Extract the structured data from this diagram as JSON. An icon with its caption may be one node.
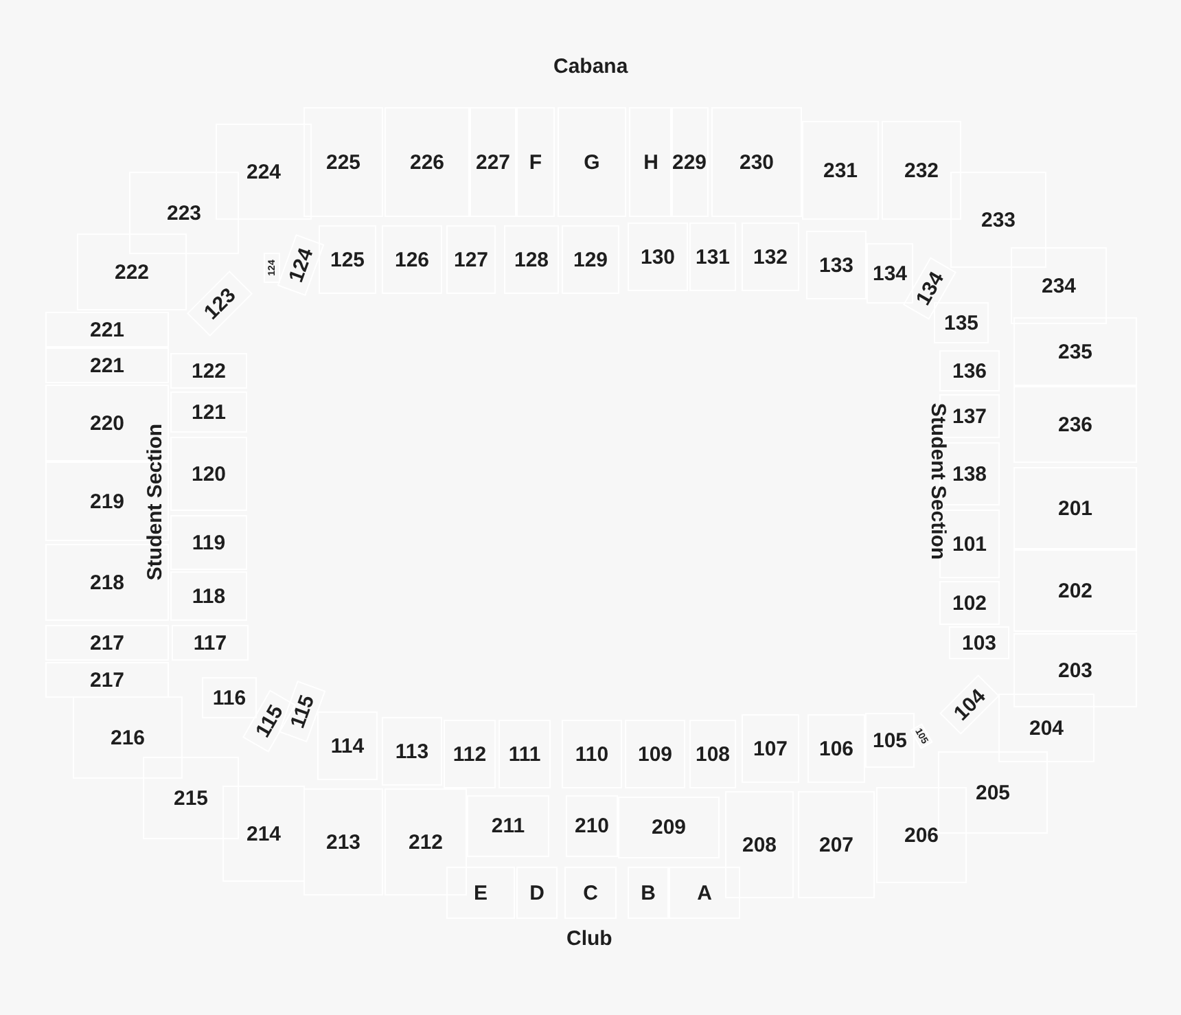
{
  "diagram": {
    "nodes": [
      {
        "text": [
          "224"
        ]
      },
      {
        "text": [
          "225"
        ]
      },
      {
        "text": [
          "226"
        ]
      },
      {
        "text": [
          "227"
        ]
      },
      {
        "text": [
          "F"
        ]
      },
      {
        "text": [
          "G"
        ]
      },
      {
        "text": [
          "H"
        ]
      },
      {
        "text": [
          "229"
        ]
      },
      {
        "text": [
          "230"
        ]
      },
      {
        "text": [
          "231"
        ]
      },
      {
        "text": [
          "232"
        ]
      },
      {
        "text": [
          "233"
        ]
      },
      {
        "text": [
          "234"
        ]
      },
      {
        "text": [
          "235"
        ]
      },
      {
        "text": [
          "236"
        ]
      },
      {
        "text": [
          "201"
        ]
      },
      {
        "text": [
          "202"
        ]
      },
      {
        "text": [
          "203"
        ]
      },
      {
        "text": [
          "204"
        ]
      },
      {
        "text": [
          "205"
        ]
      },
      {
        "text": [
          "206"
        ]
      },
      {
        "text": [
          "207"
        ]
      },
      {
        "text": [
          "208"
        ]
      },
      {
        "text": [
          "209"
        ]
      },
      {
        "text": [
          "210"
        ]
      },
      {
        "text": [
          "211"
        ]
      },
      {
        "text": [
          "A"
        ]
      },
      {
        "text": [
          "B"
        ]
      },
      {
        "text": [
          "C"
        ]
      },
      {
        "text": [
          "D"
        ]
      },
      {
        "text": [
          "E"
        ]
      },
      {
        "text": [
          "212"
        ]
      },
      {
        "text": [
          "213"
        ]
      },
      {
        "text": [
          "214"
        ]
      },
      {
        "text": [
          "215"
        ]
      },
      {
        "text": [
          "216"
        ]
      },
      {
        "text": [
          "217"
        ]
      },
      {
        "text": [
          "217"
        ]
      },
      {
        "text": [
          "218"
        ]
      },
      {
        "text": [
          "219"
        ]
      },
      {
        "text": [
          "220"
        ]
      },
      {
        "text": [
          "221"
        ]
      },
      {
        "text": [
          "221"
        ]
      },
      {
        "text": [
          "222"
        ]
      },
      {
        "text": [
          "223"
        ]
      },
      {
        "text": [
          "123"
        ]
      },
      {
        "text": [
          "124"
        ]
      },
      {
        "text": [
          "124"
        ]
      },
      {
        "text": [
          "125"
        ]
      },
      {
        "text": [
          "126"
        ]
      },
      {
        "text": [
          "127"
        ]
      },
      {
        "text": [
          "128"
        ]
      },
      {
        "text": [
          "129"
        ]
      },
      {
        "text": [
          "130"
        ]
      },
      {
        "text": [
          "131"
        ]
      },
      {
        "text": [
          "132"
        ]
      },
      {
        "text": [
          "133"
        ]
      },
      {
        "text": [
          "134"
        ]
      },
      {
        "text": [
          "134"
        ]
      },
      {
        "text": [
          "135"
        ]
      },
      {
        "text": [
          "136"
        ]
      },
      {
        "text": [
          "137"
        ]
      },
      {
        "text": [
          "138"
        ]
      },
      {
        "text": [
          "101"
        ]
      },
      {
        "text": [
          "102"
        ]
      },
      {
        "text": [
          "103"
        ]
      },
      {
        "text": [
          "104"
        ]
      },
      {
        "text": [
          "105"
        ]
      },
      {
        "text": [
          "105"
        ]
      },
      {
        "text": [
          "106"
        ]
      },
      {
        "text": [
          "107"
        ]
      },
      {
        "text": [
          "108"
        ]
      },
      {
        "text": [
          "109"
        ]
      },
      {
        "text": [
          "110"
        ]
      },
      {
        "text": [
          "111"
        ]
      },
      {
        "text": [
          "112"
        ]
      },
      {
        "text": [
          "113"
        ]
      },
      {
        "text": [
          "114"
        ]
      },
      {
        "text": [
          "115"
        ]
      },
      {
        "text": [
          "115"
        ]
      },
      {
        "text": [
          "116"
        ]
      },
      {
        "text": [
          "117"
        ]
      },
      {
        "text": [
          "118"
        ]
      },
      {
        "text": [
          "119"
        ]
      },
      {
        "text": [
          "120"
        ]
      },
      {
        "text": [
          "121"
        ]
      },
      {
        "text": [
          "122"
        ]
      }
    ],
    "labels": [
      "Cabana",
      "Student Section",
      "Student Section",
      "Club"
    ]
  }
}
